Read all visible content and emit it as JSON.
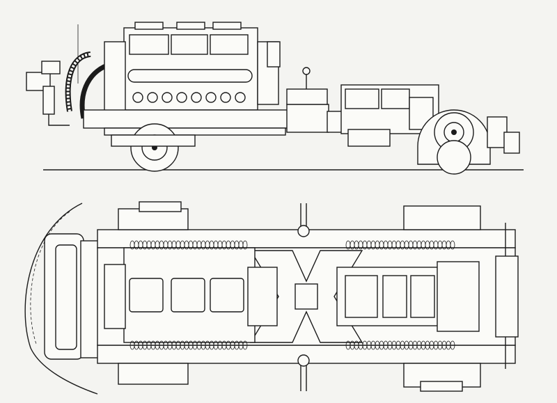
{
  "drawing": {
    "icons": [
      "side-elevation-view",
      "plan-view",
      "engine-block",
      "gearbox",
      "bogie-wheel",
      "cooling-coil"
    ],
    "colors": {
      "paper": "#f4f4f1",
      "ink": "#1b1b1b"
    }
  }
}
